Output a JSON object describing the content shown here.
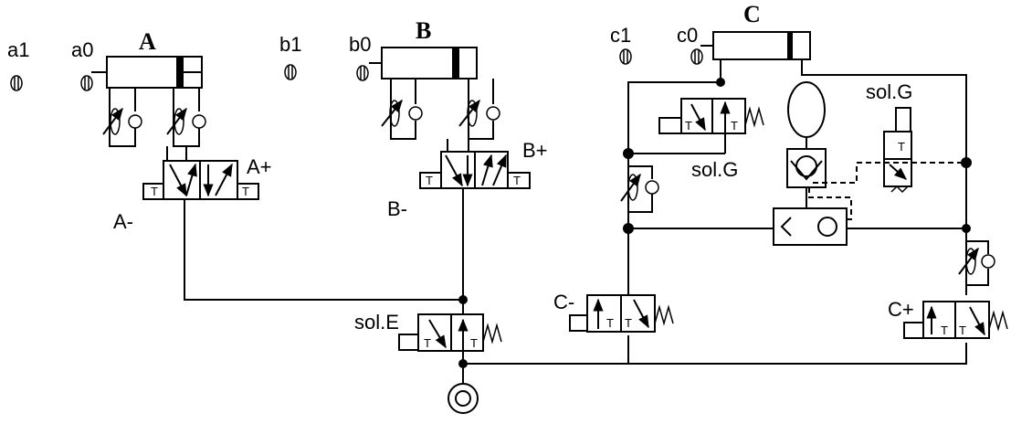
{
  "cylinders": {
    "a": {
      "name": "A",
      "sensor_retracted": "a0",
      "sensor_extended": "a1"
    },
    "b": {
      "name": "B",
      "sensor_retracted": "b0",
      "sensor_extended": "b1"
    },
    "c": {
      "name": "C",
      "sensor_retracted": "c0",
      "sensor_extended": "c1"
    }
  },
  "valves": {
    "a": {
      "plus": "A+",
      "minus": "A-"
    },
    "b": {
      "plus": "B+",
      "minus": "B-"
    },
    "c": {
      "plus": "C+",
      "minus": "C-"
    },
    "sol_e": "sol.E",
    "sol_g_main": "sol.G",
    "sol_g_aux": "sol.G"
  },
  "port_mark": "T"
}
